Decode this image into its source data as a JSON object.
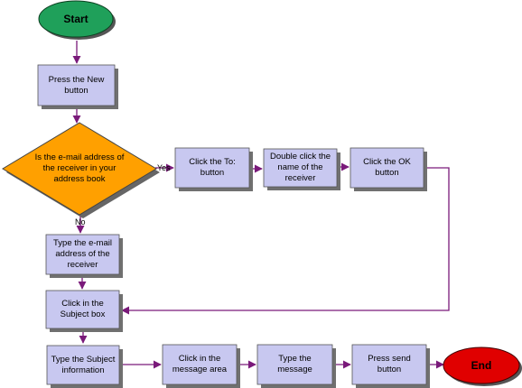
{
  "nodes": {
    "start": "Start",
    "press_new": "Press the New button",
    "decision": "Is the e-mail address of the receiver in your address book",
    "click_to": "Click the To: button",
    "double_click": "Double click the name of the receiver",
    "click_ok": "Click the OK button",
    "type_email": "Type the e-mail address of the receiver",
    "click_subject": "Click in the Subject box",
    "type_subject": "Type the Subject information",
    "click_message": "Click in the message area",
    "type_message": "Type the message",
    "press_send": "Press send button",
    "end": "End"
  },
  "edges": {
    "yes": "Yes",
    "no": "No"
  },
  "colors": {
    "box_fill": "#c8c8f0",
    "shadow": "#707070",
    "start_fill": "#1fa05a",
    "end_fill": "#e00000",
    "decision_fill": "#ffa000",
    "arrow": "#7a1a7a"
  }
}
